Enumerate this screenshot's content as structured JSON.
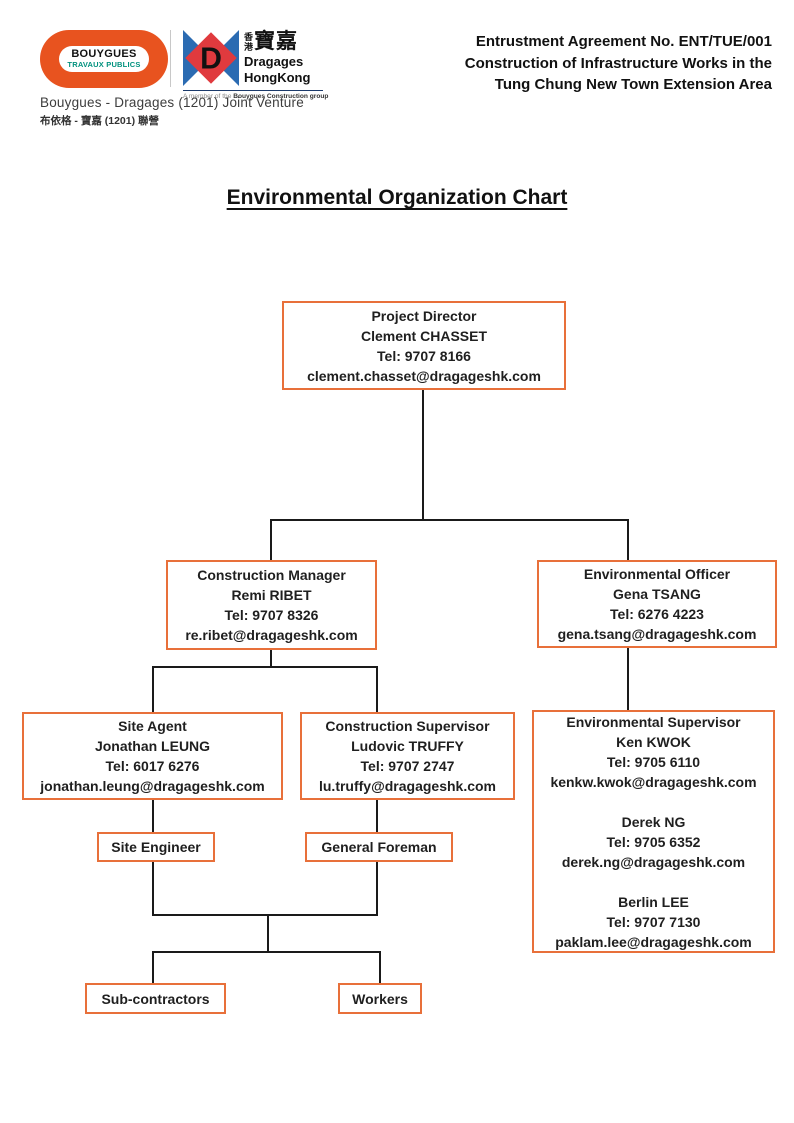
{
  "header": {
    "bouygues_logo": {
      "line1": "BOUYGUES",
      "line2": "TRAVAUX PUBLICS"
    },
    "dragages_logo": {
      "d_letter": "D",
      "cn_prefix": "香港",
      "cn_main": "寶嘉",
      "name_line1": "Dragages",
      "name_line2": "HongKong",
      "tagline_prefix": "A member of the ",
      "tagline_bold": "Bouygues Construction group"
    },
    "joint_venture_en": "Bouygues - Dragages (1201) Joint Venture",
    "joint_venture_cn": "布依格 - 寶嘉 (1201) 聯營",
    "agreement": {
      "line1": "Entrustment Agreement No. ENT/TUE/001",
      "line2": "Construction of Infrastructure Works in the",
      "line3": "Tung Chung New Town Extension Area"
    }
  },
  "title": "Environmental Organization Chart",
  "org": {
    "project_director": {
      "lines": [
        "Project Director",
        "Clement CHASSET",
        "Tel: 9707 8166",
        "clement.chasset@dragageshk.com"
      ]
    },
    "construction_manager": {
      "lines": [
        "Construction Manager",
        "Remi RIBET",
        "Tel: 9707 8326",
        "re.ribet@dragageshk.com"
      ]
    },
    "environmental_officer": {
      "lines": [
        "Environmental Officer",
        "Gena TSANG",
        "Tel: 6276 4223",
        "gena.tsang@dragageshk.com"
      ]
    },
    "site_agent": {
      "lines": [
        "Site Agent",
        "Jonathan LEUNG",
        "Tel: 6017 6276",
        "jonathan.leung@dragageshk.com"
      ]
    },
    "construction_supervisor": {
      "lines": [
        "Construction Supervisor",
        "Ludovic TRUFFY",
        "Tel: 9707 2747",
        "lu.truffy@dragageshk.com"
      ]
    },
    "environmental_supervisor": {
      "lines": [
        "Environmental Supervisor",
        "Ken KWOK",
        "Tel: 9705 6110",
        "kenkw.kwok@dragageshk.com",
        "",
        "Derek NG",
        "Tel: 9705 6352",
        "derek.ng@dragageshk.com",
        "",
        "Berlin LEE",
        "Tel: 9707 7130",
        "paklam.lee@dragageshk.com"
      ]
    },
    "site_engineer": {
      "label": "Site Engineer"
    },
    "general_foreman": {
      "label": "General Foreman"
    },
    "sub_contractors": {
      "label": "Sub-contractors"
    },
    "workers": {
      "label": "Workers"
    }
  },
  "colors": {
    "box_border_orange": "#E8703A",
    "bouygues_orange": "#E8531F",
    "bouygues_teal": "#00917E",
    "dragages_red": "#E03A3E",
    "dragages_blue": "#2B6BB2",
    "connector_black": "#1A1A1A"
  }
}
